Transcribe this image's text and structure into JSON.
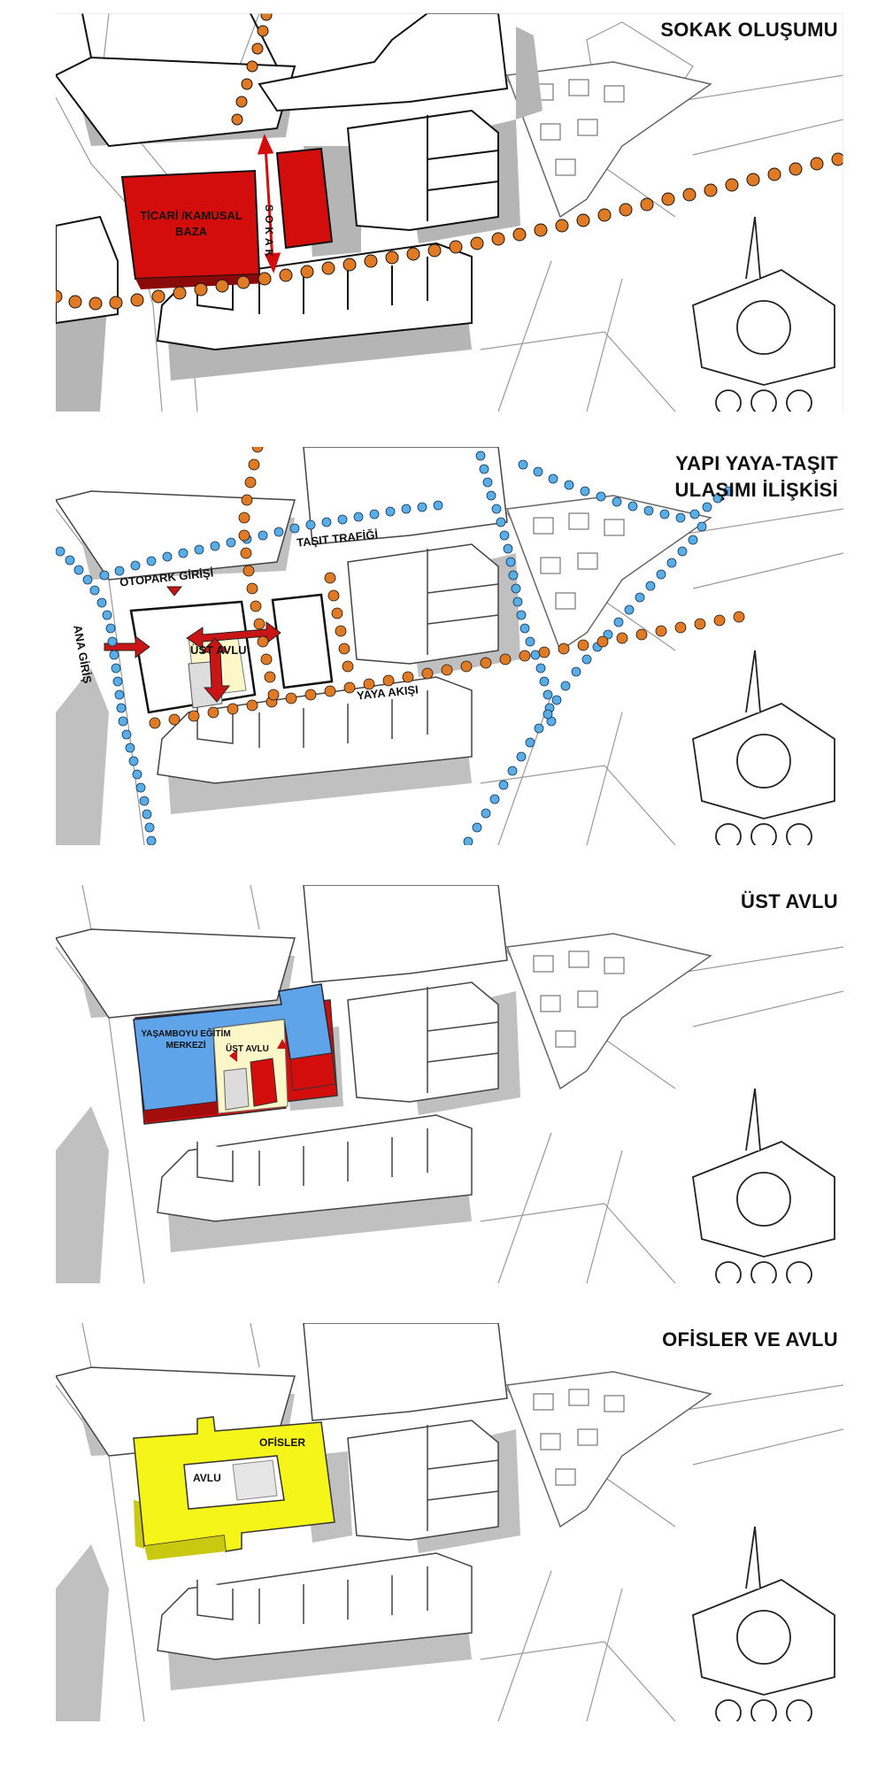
{
  "panels": [
    {
      "title": "SOKAK OLUŞUMU",
      "labels": {
        "base": "TİCARİ /KAMUSAL BAZA",
        "street": "SOKAK"
      }
    },
    {
      "title_line1": "YAPI YAYA-TAŞIT",
      "title_line2": "ULAŞIMI İLİŞKİSİ",
      "labels": {
        "parking": "OTOPARK GİRİŞİ",
        "traffic": "TAŞIT TRAFİĞİ",
        "main_entrance": "ANA GİRİŞ",
        "upper_court": "ÜST AVLU",
        "pedestrian": "YAYA AKIŞI"
      }
    },
    {
      "title": "ÜST AVLU",
      "labels": {
        "education": "YAŞAMBOYU EĞİTİM MERKEZİ",
        "upper_court": "ÜST AVLU"
      }
    },
    {
      "title": "OFİSLER VE AVLU",
      "labels": {
        "offices": "OFİSLER",
        "court": "AVLU"
      }
    }
  ],
  "colors": {
    "pedestrian_path": "#e07a25",
    "vehicle_path": "#5aaee8",
    "commercial": "#d30c0c",
    "education": "#5fa3e8",
    "offices": "#f5f51a",
    "court": "#fbf7c8",
    "arrow": "#c91515"
  }
}
